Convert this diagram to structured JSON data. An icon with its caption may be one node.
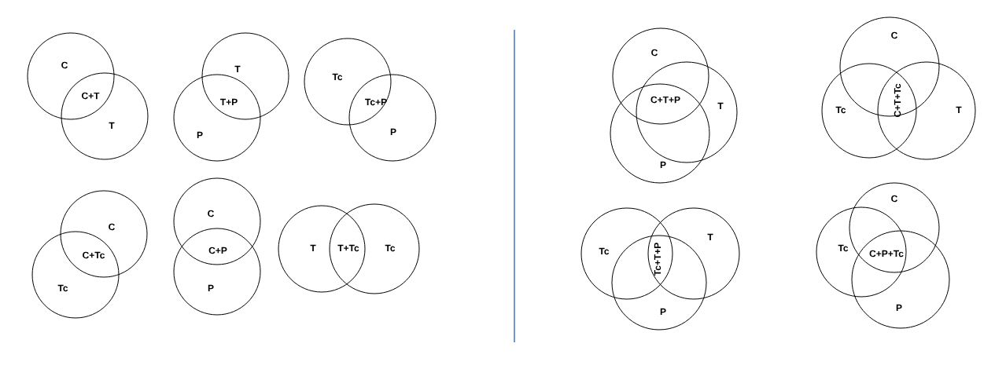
{
  "diagram": {
    "labels": [
      "C",
      "C+T",
      "T",
      "T",
      "T+P",
      "P",
      "Tc",
      "Tc+P",
      "P",
      "C",
      "C+T+P",
      "T",
      "P",
      "C",
      "Tc",
      "C+T+Tc",
      "T",
      "C",
      "C+Tc",
      "Tc",
      "C",
      "C+P",
      "P",
      "T",
      "T+Tc",
      "Tc",
      "Tc",
      "Tc+T+P",
      "T",
      "P",
      "C",
      "Tc",
      "C+P+Tc",
      "P"
    ]
  }
}
